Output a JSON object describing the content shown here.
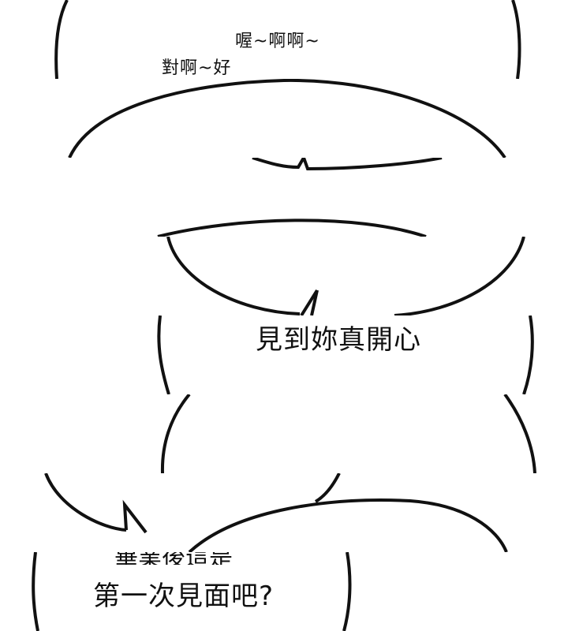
{
  "panel": {
    "background": "#ffffff",
    "ink": "#111111"
  },
  "texts": {
    "line1": "喔~啊啊~",
    "line2": "對啊~好",
    "line2_cut": "~好",
    "line3": "見到妳真開心",
    "line4_cut": "畢業後這是",
    "line5": "第一次見面吧?"
  }
}
